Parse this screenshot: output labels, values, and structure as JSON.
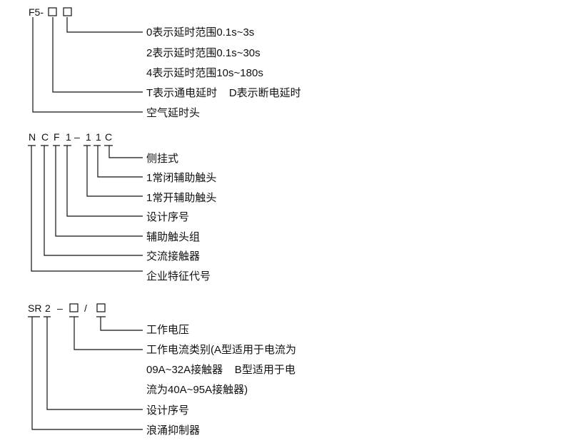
{
  "f5": {
    "code": {
      "prefix": "F5-",
      "box1": "□",
      "box2": "□"
    },
    "desc": [
      "0表示延时范围0.1s~3s",
      "2表示延时范围0.1s~30s",
      "4表示延时范围10s~180s",
      "T表示通电延时    D表示断电延时",
      "空气延时头"
    ]
  },
  "ncf": {
    "code": [
      "N",
      "C",
      "F",
      "1",
      "–",
      "1",
      "1",
      "C"
    ],
    "desc": [
      "侧挂式",
      "1常闭辅助触头",
      "1常开辅助触头",
      "设计序号",
      "辅助触头组",
      "交流接触器",
      "企业特征代号"
    ]
  },
  "sr": {
    "code": [
      "SR",
      "2",
      "–",
      "□",
      "/",
      "□"
    ],
    "desc": [
      "工作电压",
      "工作电流类别(A型适用于电流为",
      "09A~32A接触器    B型适用于电",
      "流为40A~95A接触器)",
      "设计序号",
      "浪涌抑制器"
    ]
  }
}
